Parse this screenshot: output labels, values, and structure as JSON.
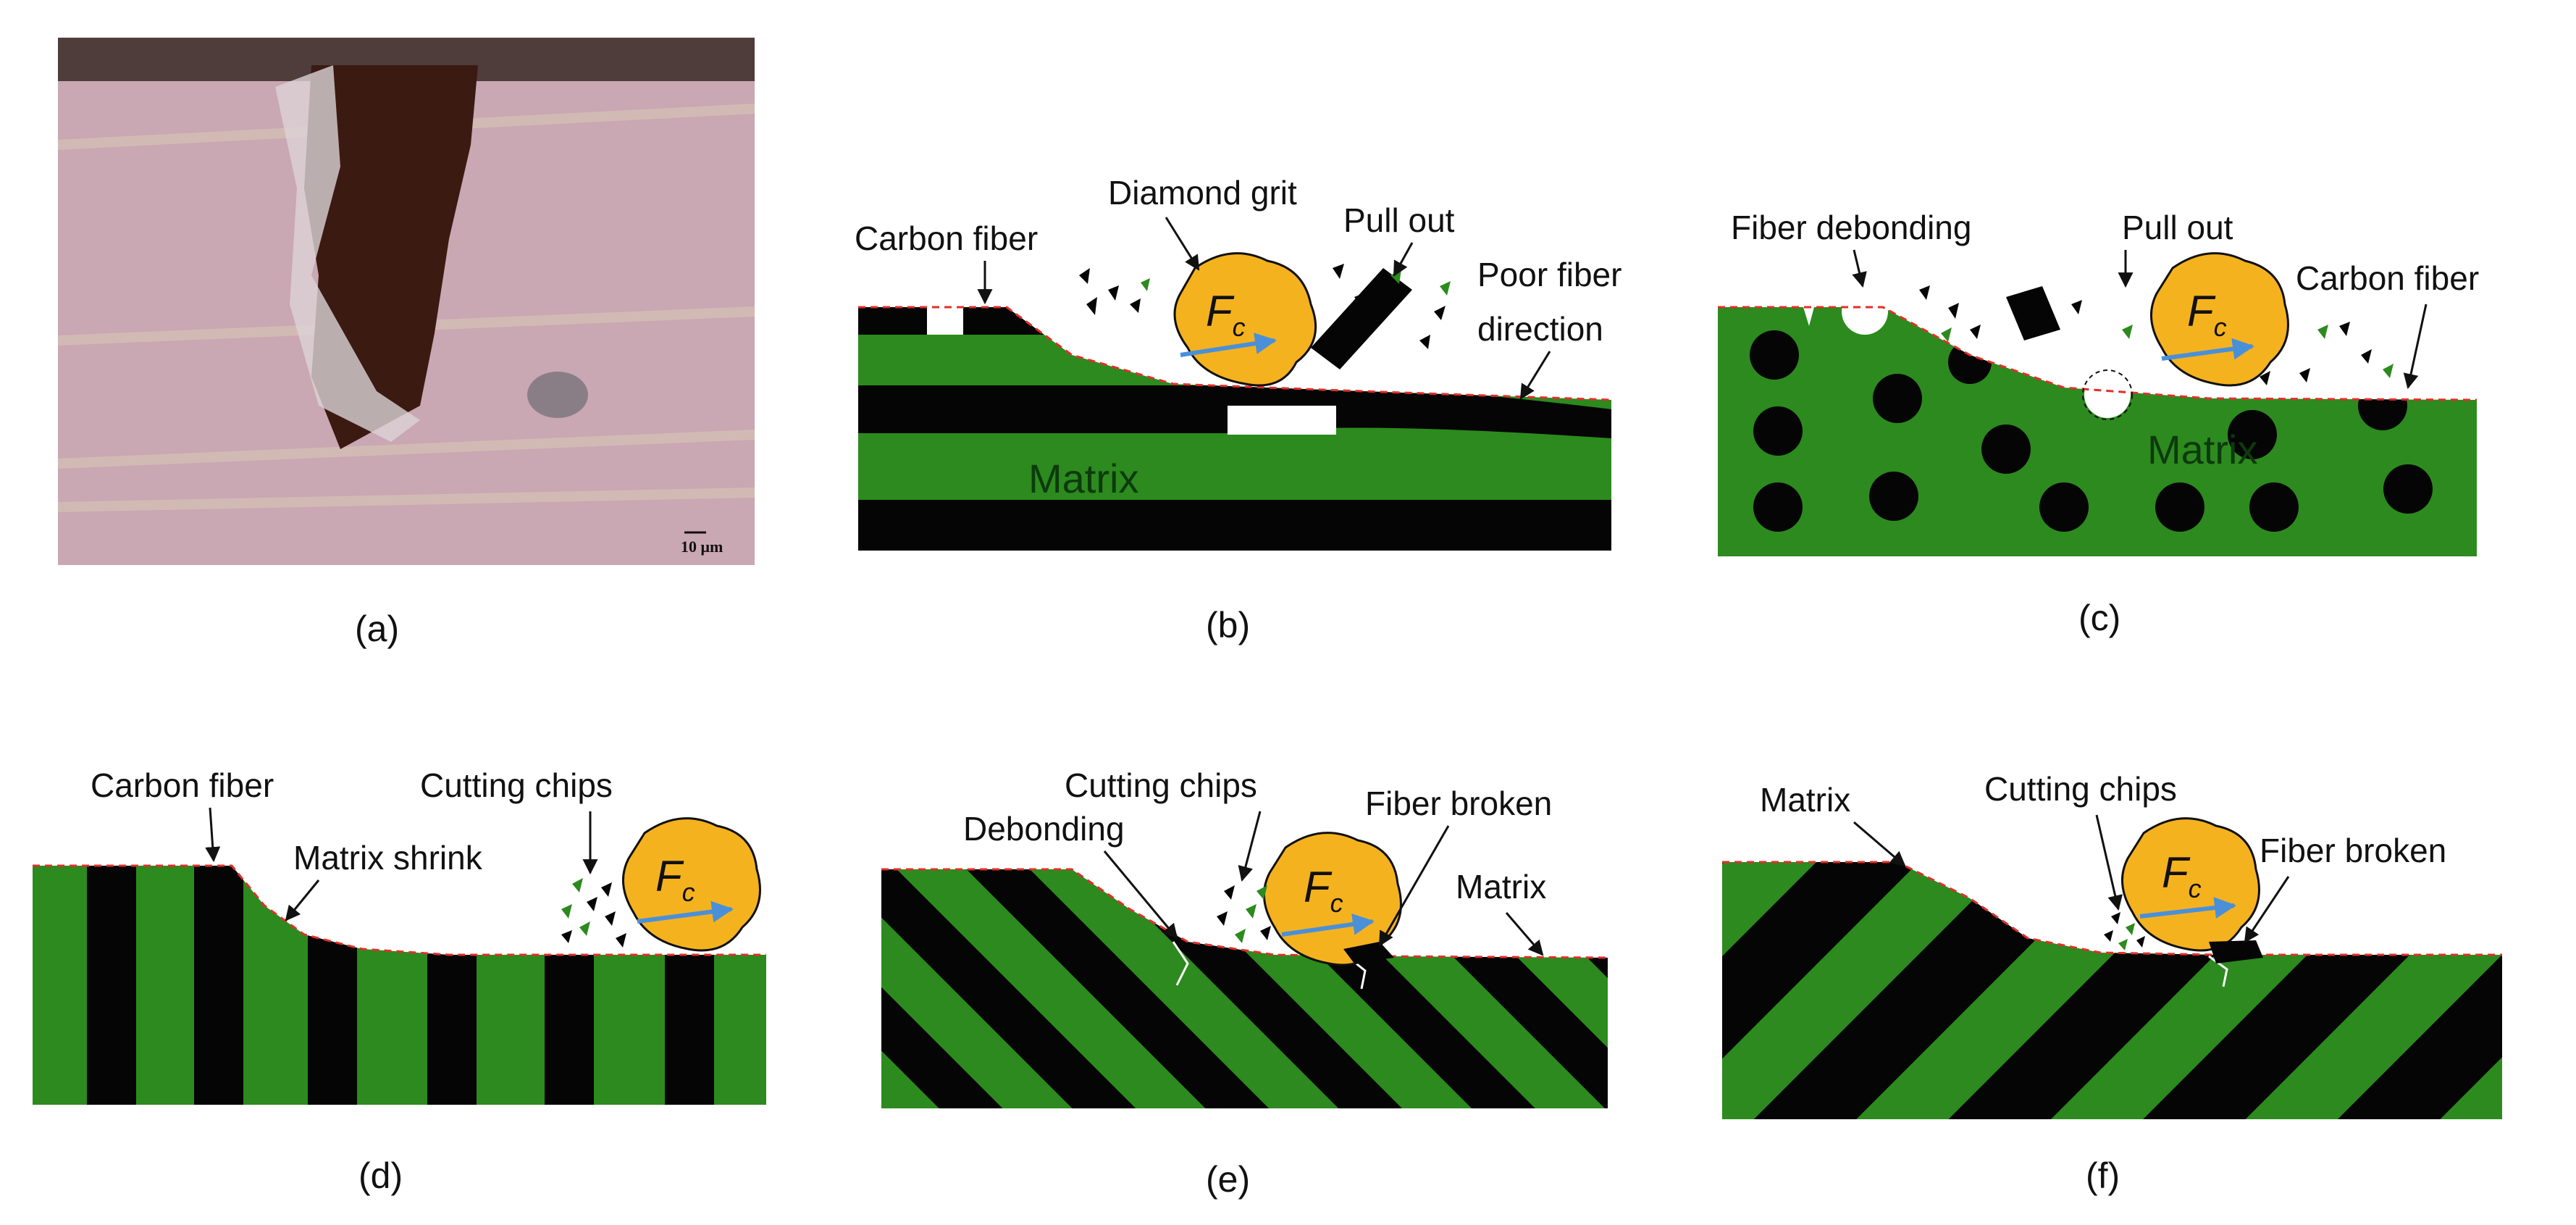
{
  "colors": {
    "matrix": "#2c8a1e",
    "fiber": "#050505",
    "grit": "#f5b21f",
    "force_arrow": "#4a90d9",
    "surface_line": "#e0302a",
    "photo_bg": "#c9a7b3"
  },
  "panels": {
    "a": {
      "caption": "(a)",
      "scale_bar": "10 μm"
    },
    "b": {
      "caption": "(b)",
      "labels": {
        "carbon_fiber": "Carbon fiber",
        "diamond_grit": "Diamond grit",
        "pull_out": "Pull out",
        "poor_fiber_line1": "Poor fiber",
        "poor_fiber_line2": "direction",
        "matrix": "Matrix"
      },
      "force": "F",
      "force_sub": "c"
    },
    "c": {
      "caption": "(c)",
      "labels": {
        "fiber_debonding": "Fiber debonding",
        "pull_out": "Pull out",
        "carbon_fiber": "Carbon fiber",
        "matrix": "Matrix"
      },
      "force": "F",
      "force_sub": "c"
    },
    "d": {
      "caption": "(d)",
      "labels": {
        "carbon_fiber": "Carbon fiber",
        "cutting_chips": "Cutting chips",
        "matrix_shrink": "Matrix shrink"
      },
      "force": "F",
      "force_sub": "c"
    },
    "e": {
      "caption": "(e)",
      "labels": {
        "cutting_chips": "Cutting chips",
        "debonding": "Debonding",
        "fiber_broken": "Fiber broken",
        "matrix": "Matrix"
      },
      "force": "F",
      "force_sub": "c"
    },
    "f": {
      "caption": "(f)",
      "labels": {
        "matrix": "Matrix",
        "cutting_chips": "Cutting chips",
        "fiber_broken": "Fiber broken"
      },
      "force": "F",
      "force_sub": "c"
    }
  }
}
